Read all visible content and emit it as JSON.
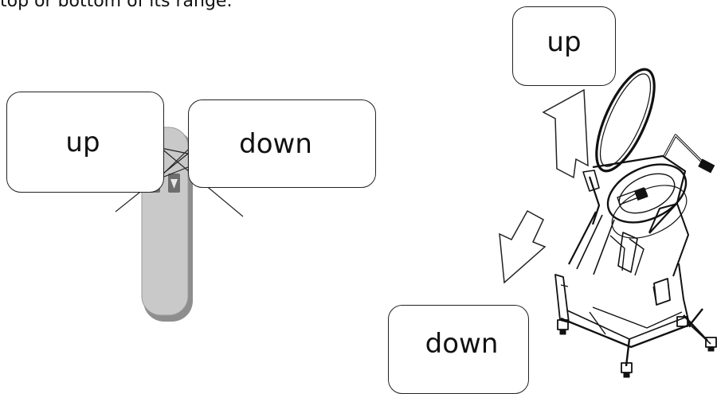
{
  "caption": {
    "text": "top or bottom of its range."
  },
  "remote_callouts": {
    "up_label": "up",
    "down_label": "down"
  },
  "lift_callouts": {
    "up_label": "up",
    "down_label": "down"
  },
  "colors": {
    "remote_body": "#c9c9c9",
    "remote_shadow": "#8e8e8e",
    "button": "#6e6e6e",
    "line": "#222222"
  }
}
